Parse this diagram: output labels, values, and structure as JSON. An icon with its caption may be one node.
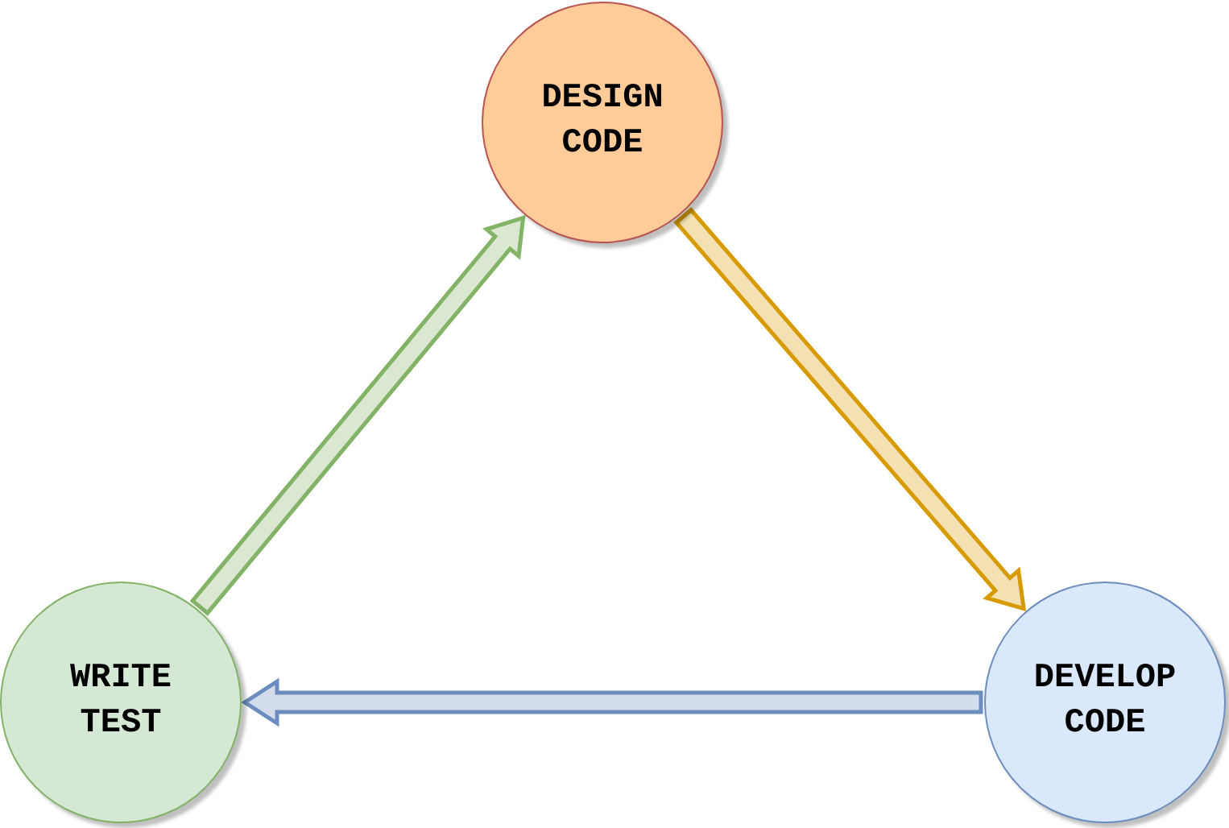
{
  "diagram": {
    "nodes": [
      {
        "text": [
          "DESIGN CODE"
        ]
      },
      {
        "text": [
          "DEVELOP CODE"
        ]
      },
      {
        "text": [
          "WRITE TEST"
        ]
      }
    ],
    "edges": [
      {
        "from": 2,
        "to": 0,
        "arrow": "to",
        "color": "#82b366"
      },
      {
        "from": 0,
        "to": 1,
        "arrow": "to",
        "color": "#d79b00"
      },
      {
        "from": 1,
        "to": 2,
        "arrow": "to",
        "color": "#6c8ebf"
      }
    ]
  }
}
